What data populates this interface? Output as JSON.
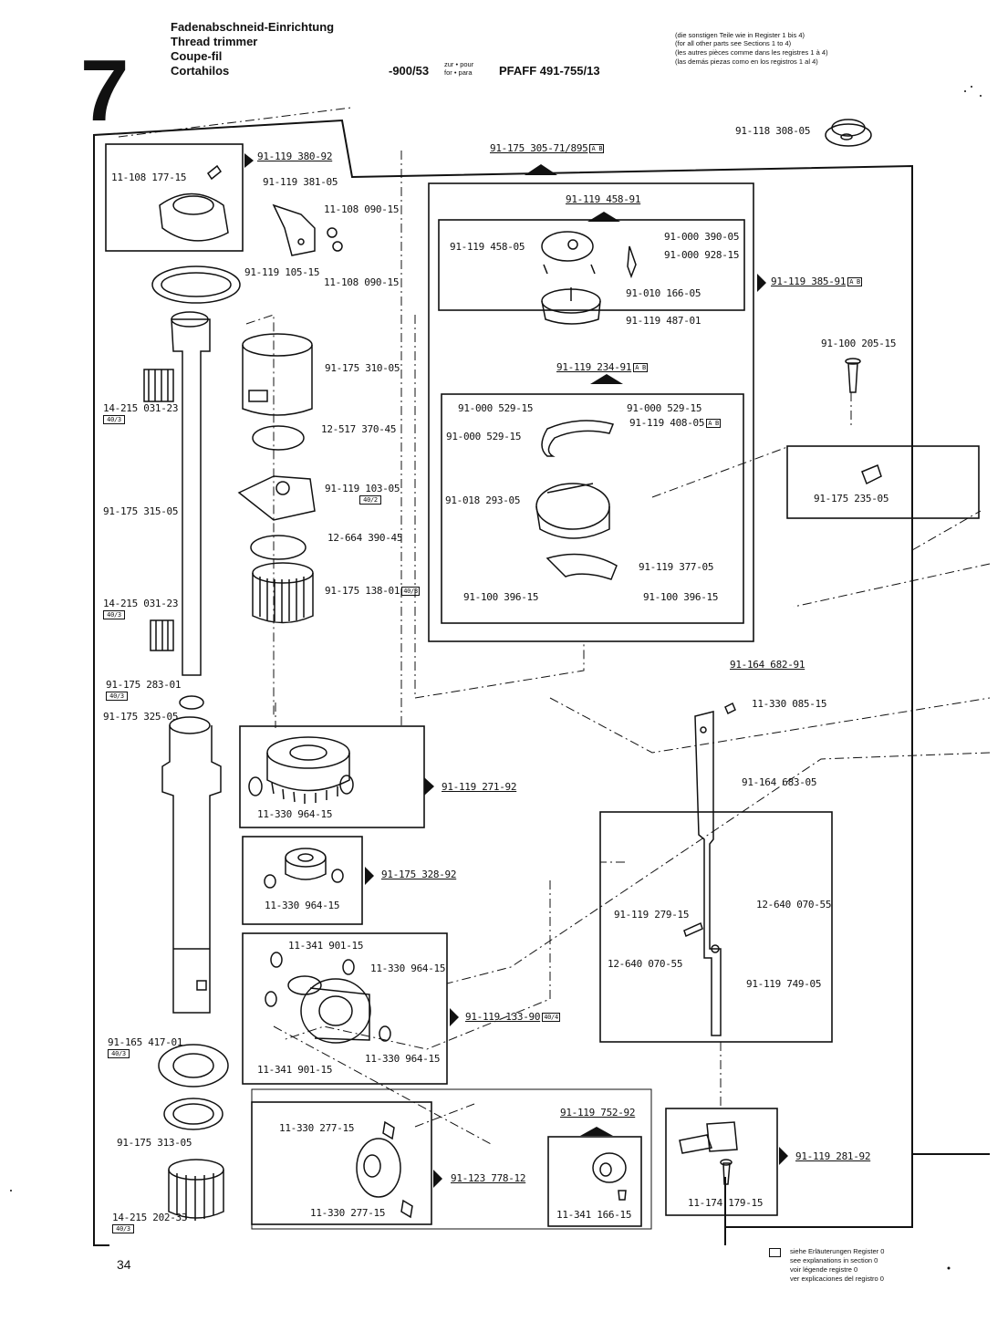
{
  "header": {
    "section_number": "7",
    "titles": [
      "Fadenabschneid-Einrichtung",
      "Thread trimmer",
      "Coupe-fil",
      "Cortahilos"
    ],
    "variant": "-900/53",
    "for_lines": [
      "zur • pour",
      "for • para"
    ],
    "model": "PFAFF 491-755/13",
    "notes": [
      "(die sonstigen Teile wie in Register 1 bis 4)",
      "(for all other parts see Sections 1 to 4)",
      "(les autres pièces comme dans les registres 1 à 4)",
      "(las demás piezas como en los registros 1 al 4)"
    ]
  },
  "parts": {
    "p1": "91-118 308-05",
    "p2": "91-175 305-71/895",
    "p3": "91-119 380-92",
    "p4": "11-108 177-15",
    "p5": "91-119 381-05",
    "p6": "11-108 090-15",
    "p7": "11-108 090-15",
    "p8": "91-119 105-15",
    "p9": "91-119 458-91",
    "p10": "91-119 458-05",
    "p11": "91-000 390-05",
    "p12": "91-000 928-15",
    "p13": "91-010 166-05",
    "p14": "91-119 385-91",
    "p15": "91-119 487-01",
    "p16": "91-100 205-15",
    "p17": "14-215 031-23",
    "p18": "91-175 310-05",
    "p19": "12-517 370-45",
    "p20": "91-119 234-91",
    "p21": "91-000 529-15",
    "p22": "91-000 529-15",
    "p23": "91-000 529-15",
    "p24": "91-119 408-05",
    "p25": "91-119 103-05",
    "p26": "91-018 293-05",
    "p27": "91-175 235-05",
    "p28": "91-175 315-05",
    "p29": "12-664 390-45",
    "p30": "91-175 138-01",
    "p31": "91-119 377-05",
    "p32": "14-215 031-23",
    "p33": "91-100 396-15",
    "p34": "91-100 396-15",
    "p35": "91-175 283-01",
    "p36": "91-175 325-05",
    "p37": "91-164 682-91",
    "p38": "11-330 085-15",
    "p39": "91-164 683-05",
    "p40": "11-330 964-15",
    "p41": "91-119 271-92",
    "p42": "11-330 964-15",
    "p43": "91-175 328-92",
    "p44": "91-119 279-15",
    "p45": "12-640 070-55",
    "p46": "12-640 070-55",
    "p47": "91-119 749-05",
    "p48": "11-341 901-15",
    "p49": "11-330 964-15",
    "p50": "91-119 133-90",
    "p51": "11-330 964-15",
    "p52": "11-341 901-15",
    "p53": "91-165 417-01",
    "p54": "91-175 313-05",
    "p55": "91-119 752-92",
    "p56": "11-330 277-15",
    "p57": "91-123 778-12",
    "p58": "11-330 277-15",
    "p59": "11-341 166-15",
    "p60": "91-119 281-92",
    "p61": "11-174 179-15",
    "p62": "14-215 202-33"
  },
  "badges": {
    "ab": "A B",
    "ref40_3": "40/3",
    "ref40_2": "40/2",
    "ref40_4": "40/4"
  },
  "footer": {
    "page_number": "34",
    "legend": [
      "siehe Erläuterungen Register 0",
      "see explanations in section 0",
      "voir légende registre 0",
      "ver explicaciones del registro 0"
    ]
  }
}
